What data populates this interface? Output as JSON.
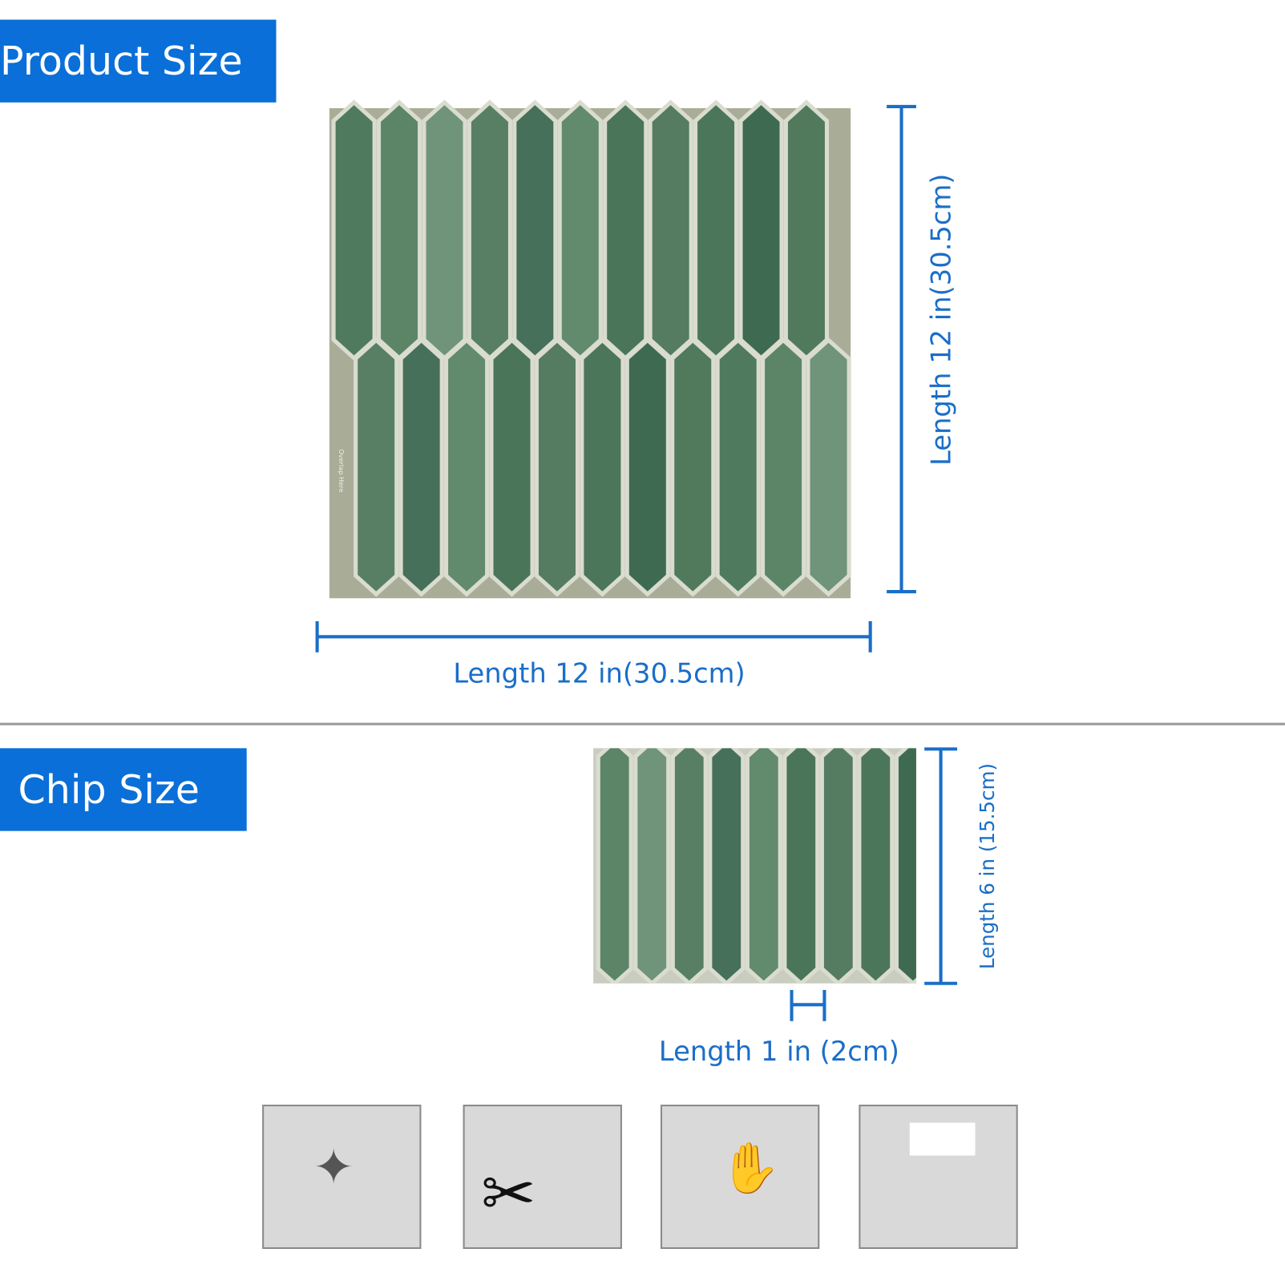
{
  "product_section": {
    "banner": "Product Size",
    "width_label": "Length  12 in(30.5cm)",
    "height_label": "Length  12 in(30.5cm)",
    "overlap_text": "Overlap Here"
  },
  "chip_section": {
    "banner": "Chip Size",
    "width_label": "Length  1 in (2cm)",
    "height_label": "Length  6 in (15.5cm)"
  },
  "colors": {
    "accent": "#0a6fd8",
    "dimension": "#1a6ec8",
    "tile": "#4f7a5e",
    "backing": "#a9ad98"
  },
  "steps": [
    {
      "icon": "clean-surface-icon"
    },
    {
      "icon": "cut-scissors-icon"
    },
    {
      "icon": "peel-backing-icon"
    },
    {
      "icon": "apply-to-wall-icon"
    }
  ]
}
